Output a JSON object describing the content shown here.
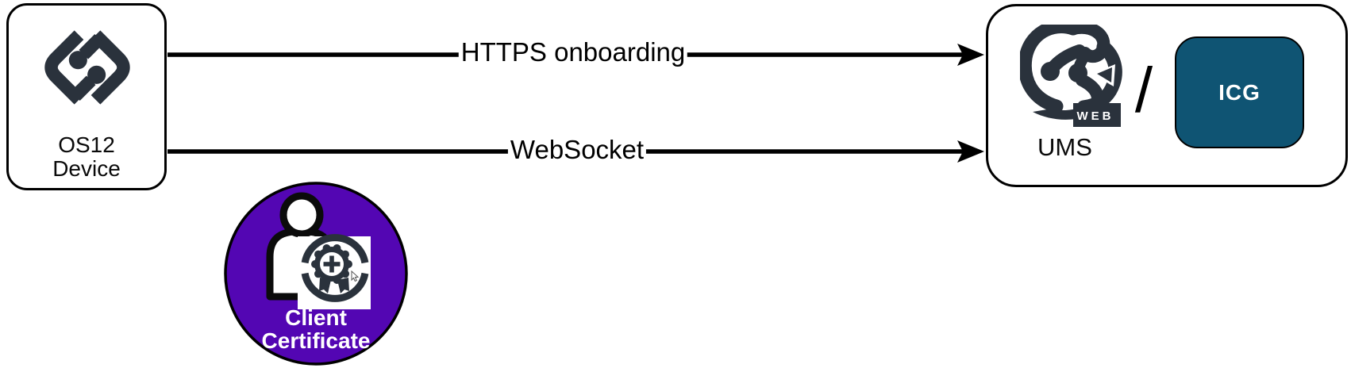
{
  "diagram": {
    "device": {
      "line1": "OS12",
      "line2": "Device",
      "logo_icon": "igel-os-logo"
    },
    "connections": [
      {
        "label": "HTTPS onboarding"
      },
      {
        "label": "WebSocket"
      }
    ],
    "server": {
      "label": "UMS",
      "logo_icon": "igel-ums-web-logo",
      "web_badge": "WEB",
      "separator": "/",
      "icg_label": "ICG"
    },
    "certificate": {
      "line1": "Client",
      "line2": "Certificate",
      "icon": "person-certificate-badge"
    },
    "colors": {
      "logo_dark": "#2a323c",
      "icg_teal": "#0f5473",
      "certificate_purple": "#5306b3",
      "arrow_black": "#000000",
      "label_on_dark": "#ffffff"
    }
  }
}
